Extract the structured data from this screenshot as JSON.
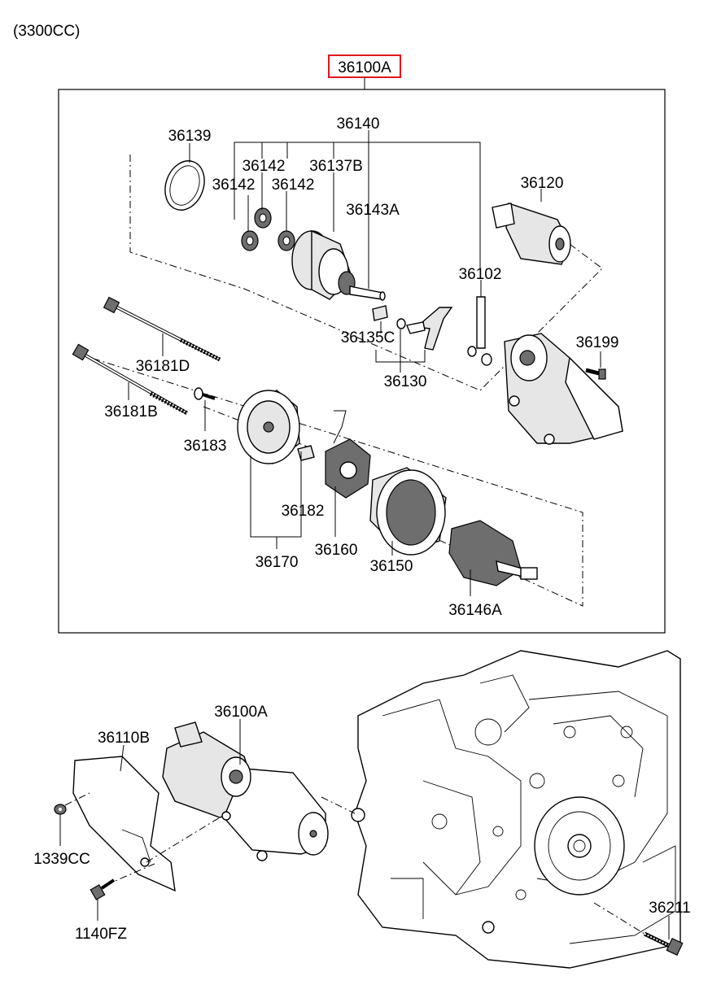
{
  "header": {
    "engine_variant": "(3300CC)"
  },
  "assembly": {
    "part_number": "36100A",
    "box_color": "#e0161e"
  },
  "callouts": {
    "p36139": "36139",
    "p36140": "36140",
    "p36142_a": "36142",
    "p36142_b": "36142",
    "p36142_c": "36142",
    "p36137B": "36137B",
    "p36143A": "36143A",
    "p36120": "36120",
    "p36102": "36102",
    "p36135C": "36135C",
    "p36130": "36130",
    "p36199": "36199",
    "p36181D": "36181D",
    "p36181B": "36181B",
    "p36183": "36183",
    "p36182": "36182",
    "p36160": "36160",
    "p36170": "36170",
    "p36150": "36150",
    "p36146A": "36146A",
    "p36100A": "36100A",
    "p36110B": "36110B",
    "p1339CC": "1339CC",
    "p1140FZ": "1140FZ",
    "p36211": "36211"
  }
}
